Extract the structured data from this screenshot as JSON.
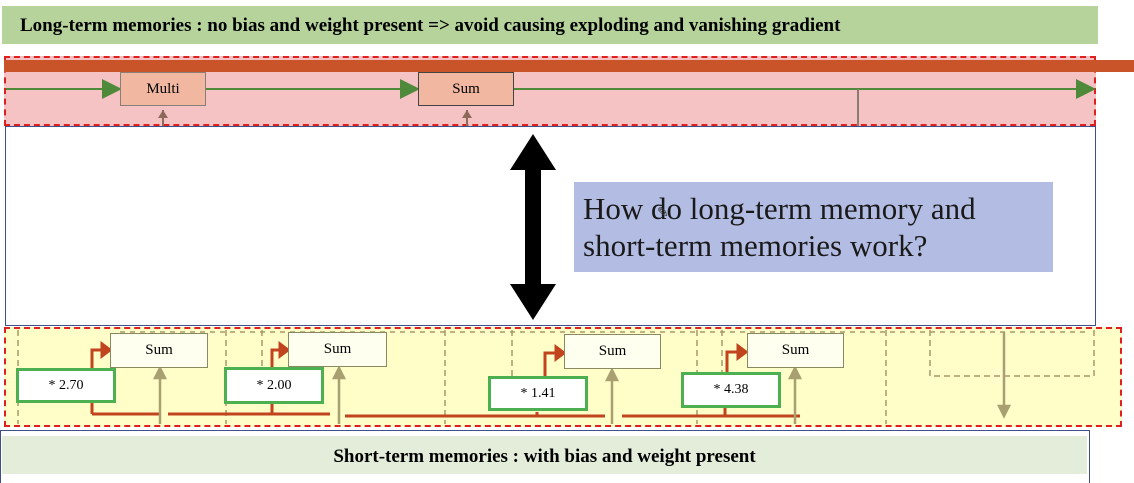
{
  "header": {
    "long_term_title": "Long-term memories : no bias and weight present => avoid causing exploding and vanishing gradient"
  },
  "long_term": {
    "multi_label": "Multi",
    "sum_label": "Sum"
  },
  "question": {
    "text": "How do long-term memory and short-term memories work?"
  },
  "short_term": {
    "sum_label": "Sum",
    "weights": [
      "* 2.70",
      "* 2.00",
      "* 1.41",
      "* 4.38"
    ]
  },
  "footer": {
    "short_term_title": "Short-term memories : with bias and weight present"
  },
  "colors": {
    "long_term_banner": "#b5d39b",
    "long_term_region": "#f5c3c3",
    "dashed_border": "#e0201f",
    "long_term_line": "#c9542a",
    "flow_arrow": "#4e8a3a",
    "question_box": "#b3bce2",
    "short_term_region": "#fffdc8",
    "weight_border": "#4caf50",
    "short_term_line": "#c0441e",
    "short_term_banner": "#e4edda"
  }
}
